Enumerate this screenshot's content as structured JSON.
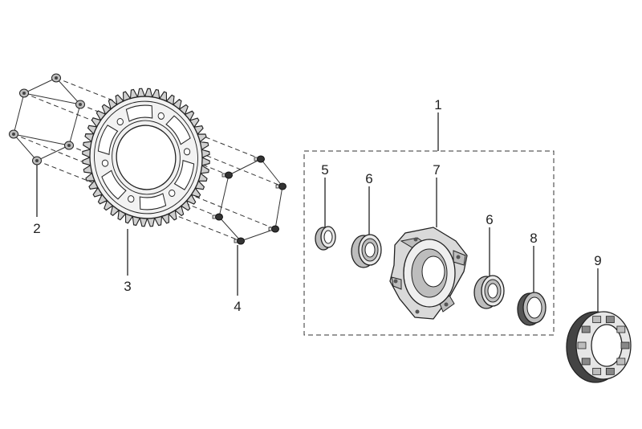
{
  "callouts": [
    {
      "id": "1",
      "text": "1"
    },
    {
      "id": "2",
      "text": "2"
    },
    {
      "id": "3",
      "text": "3"
    },
    {
      "id": "4",
      "text": "4"
    },
    {
      "id": "5",
      "text": "5"
    },
    {
      "id": "6a",
      "text": "6"
    },
    {
      "id": "7",
      "text": "7"
    },
    {
      "id": "6b",
      "text": "6"
    },
    {
      "id": "8",
      "text": "8"
    },
    {
      "id": "9",
      "text": "9"
    }
  ],
  "colors": {
    "line": "#222222",
    "fill_light": "#e9e9e9",
    "fill_mid": "#bdbdbd",
    "fill_dark": "#555555",
    "background": "#ffffff"
  }
}
